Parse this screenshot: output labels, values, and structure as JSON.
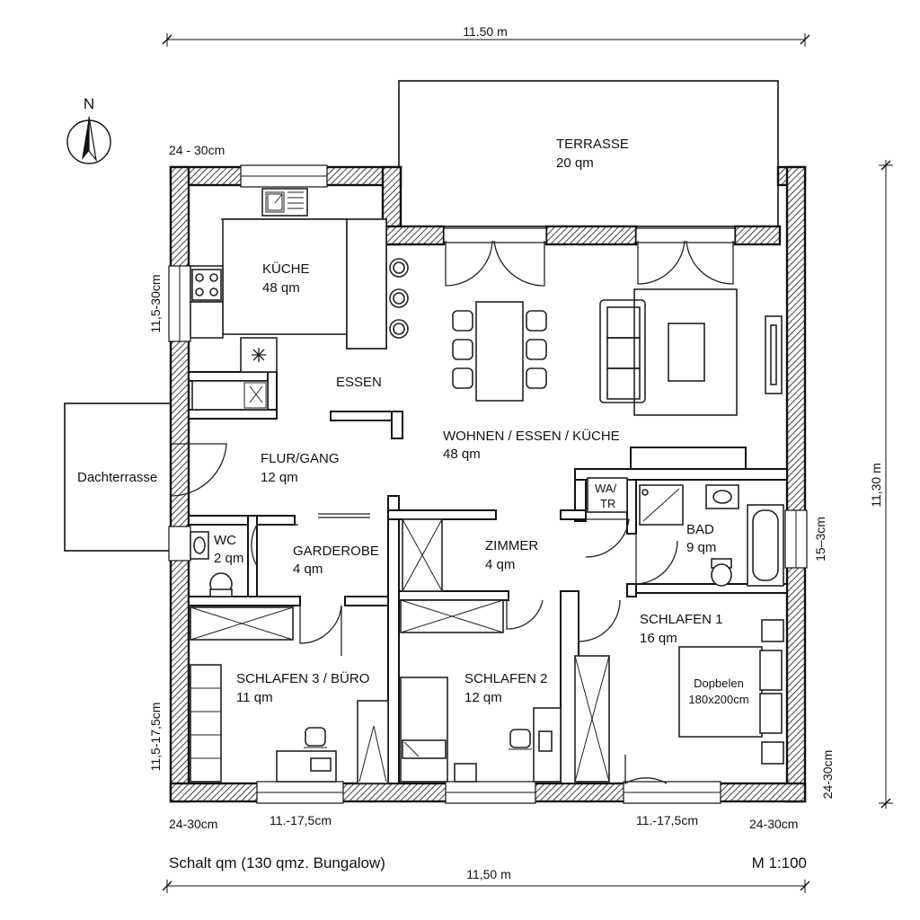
{
  "plan": {
    "north": "N",
    "scale": "M 1:100",
    "caption": "Schalt qm (130 qmz. Bungalow)"
  },
  "dimensions": {
    "top_width": "11.50 m",
    "bottom_width": "11,50 m",
    "right_height": "11,30 m",
    "wall_top_left": "24 - 30cm",
    "wall_left_upper": "11,5-30cm",
    "wall_left_lower": "11,5-17,5cm",
    "wall_right_mid": "15–3cm",
    "wall_right_lower": "24-30cm",
    "bottom_left_corner": "24-30cm",
    "bottom_left_inner": "11.-17,5cm",
    "bottom_right_inner": "11.-17,5cm",
    "bottom_right_corner": "24-30cm"
  },
  "rooms": {
    "terrasse": {
      "name": "TERRASSE",
      "area": "20 qm"
    },
    "kueche": {
      "name": "KÜCHE",
      "area": "48 qm"
    },
    "essen": {
      "name": "ESSEN"
    },
    "wohnen": {
      "name": "WOHNEN / ESSEN / KÜCHE",
      "area": "48 qm"
    },
    "dachterrasse": {
      "name": "Dachterrasse"
    },
    "flur": {
      "name": "FLUR/GANG",
      "area": "12 qm"
    },
    "wc": {
      "name": "WC",
      "area": "2 qm"
    },
    "garderobe": {
      "name": "GARDEROBE",
      "area": "4 qm"
    },
    "zimmer": {
      "name": "ZIMMER",
      "area": "4 qm"
    },
    "wa_tr": {
      "line1": "WA/",
      "line2": "TR"
    },
    "bad": {
      "name": "BAD",
      "area": "9 qm"
    },
    "schlafen1": {
      "name": "SCHLAFEN 1",
      "area": "16 qm"
    },
    "bed": {
      "line1": "Dopbelen",
      "line2": "180x200cm"
    },
    "schlafen2": {
      "name": "SCHLAFEN 2",
      "area": "12 qm"
    },
    "schlafen3": {
      "name": "SCHLAFEN 3 / BÜRO",
      "area": "11 qm"
    }
  }
}
